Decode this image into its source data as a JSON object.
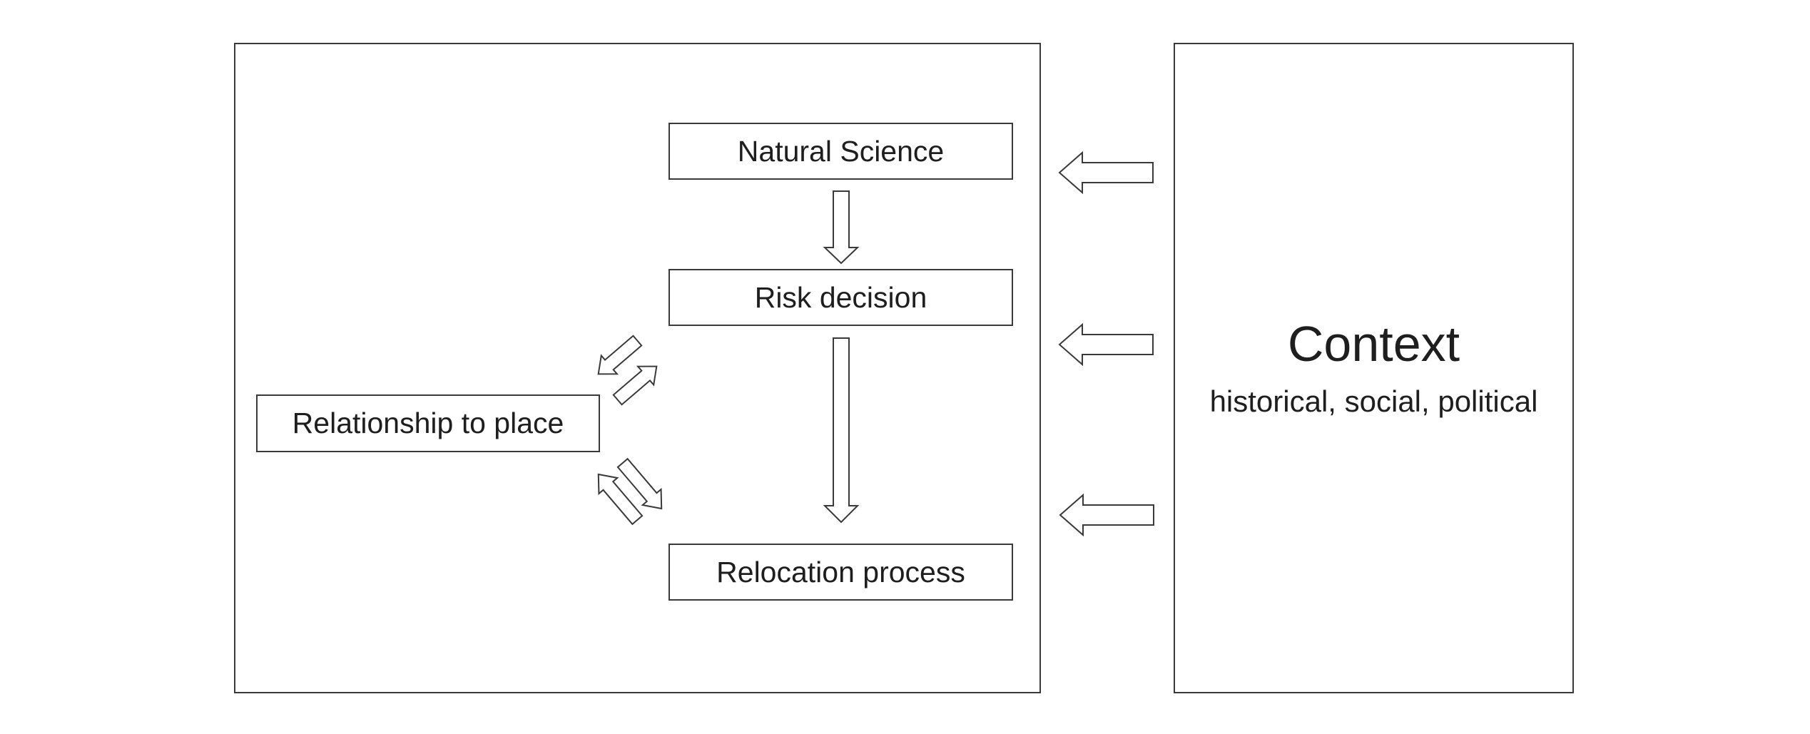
{
  "diagram": {
    "nodes": {
      "natural_science": "Natural Science",
      "risk_decision": "Risk decision",
      "relocation_process": "Relocation process",
      "relationship_to_place": "Relationship to place"
    },
    "context": {
      "title": "Context",
      "subtitle": "historical, social, political"
    },
    "edges": [
      {
        "from": "natural_science",
        "to": "risk_decision"
      },
      {
        "from": "risk_decision",
        "to": "relocation_process"
      },
      {
        "from": "risk_decision",
        "to": "relationship_to_place"
      },
      {
        "from": "relationship_to_place",
        "to": "risk_decision"
      },
      {
        "from": "relationship_to_place",
        "to": "relocation_process"
      },
      {
        "from": "relocation_process",
        "to": "relationship_to_place"
      },
      {
        "from": "context",
        "to": "natural_science"
      },
      {
        "from": "context",
        "to": "risk_decision"
      },
      {
        "from": "context",
        "to": "relocation_process"
      }
    ],
    "colors": {
      "stroke": "#3a3a3a",
      "fill": "#ffffff",
      "text": "#1e1e1e"
    }
  }
}
